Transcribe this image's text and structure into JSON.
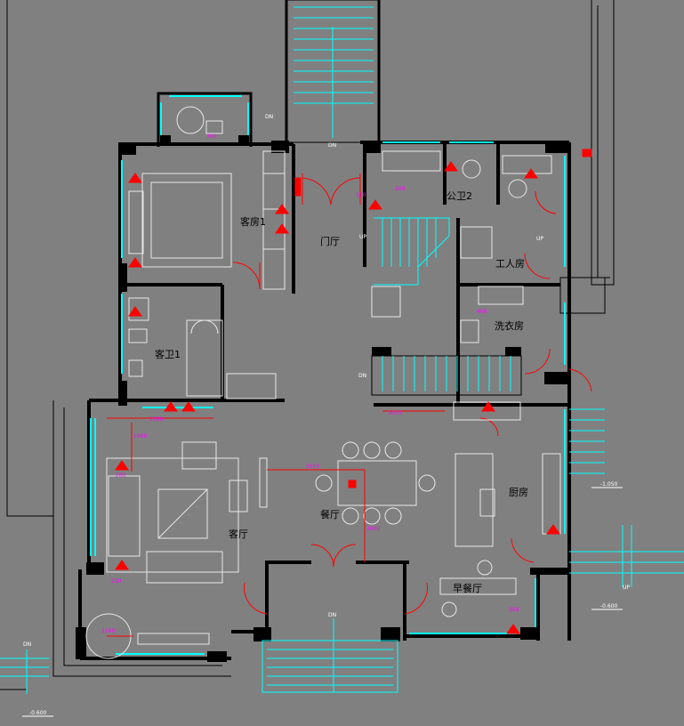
{
  "rooms": {
    "guest_room_1": "客房1",
    "foyer": "门厅",
    "public_bath_2": "公卫2",
    "maid_room": "工人房",
    "laundry": "洗衣房",
    "guest_bath_1": "客卫1",
    "living_room": "客厅",
    "dining_room": "餐厅",
    "kitchen": "厨房",
    "breakfast_room": "早餐厅"
  },
  "stairs": {
    "dn_north": "DN",
    "dn_entry": "DN",
    "dn_porch": "DN",
    "dn_south": "DN",
    "dn_west": "DN",
    "up_main": "UP",
    "up_bath": "UP",
    "up_east": "UP"
  },
  "levels": {
    "east": "-1.050",
    "southeast": "-0.600",
    "southwest": "-0.600"
  },
  "dimensions": {
    "d1": "2300",
    "d2": "2600",
    "d3": "2600",
    "d4": "1600",
    "d5": "1200",
    "d6": "2000",
    "d7": "280",
    "d8": "300",
    "d9": "250",
    "d10": "400",
    "d11": "350",
    "d12": "200",
    "d13": "110"
  },
  "colors": {
    "background": "#808080",
    "wall": "#000000",
    "glazing": "#00ffff",
    "furniture": "#e8e8e8",
    "electrical": "#ff0000",
    "dimension": "#ff00ff"
  }
}
